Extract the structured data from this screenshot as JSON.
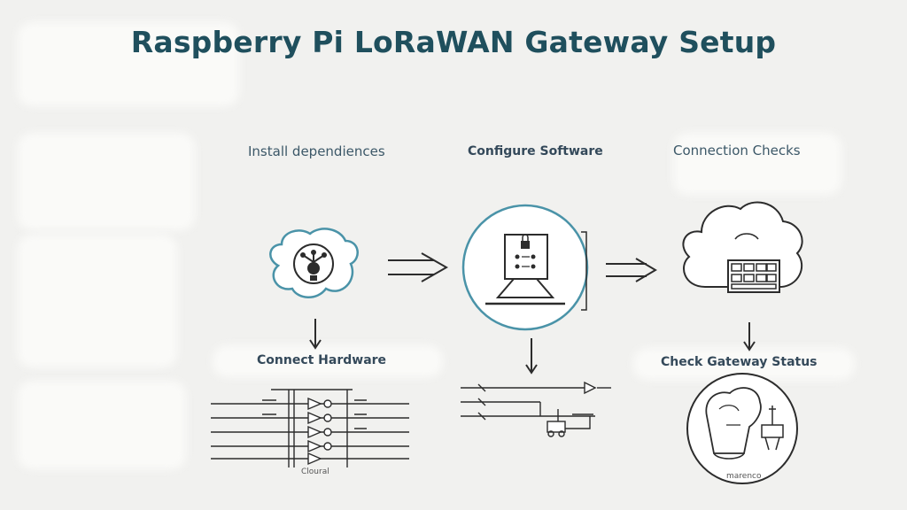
{
  "title": "Raspberry Pi LoRaWAN Gateway Setup",
  "steps": {
    "install": "Install dependiences",
    "configure": "Configure Software",
    "connection": "Connection Checks",
    "hardware": "Connect Hardware",
    "gateway": "Check Gateway Status"
  },
  "captions": {
    "circuit": "Cloural",
    "gateway_image": "marenco"
  },
  "colors": {
    "accent": "#4a93a8",
    "ink": "#2c2c2c",
    "title": "#1f4f5d"
  },
  "icons": [
    "chip-cloud-icon",
    "laptop-lock-icon",
    "cloud-server-icon",
    "circuit-schematic",
    "signal-schematic",
    "device-sketch"
  ]
}
